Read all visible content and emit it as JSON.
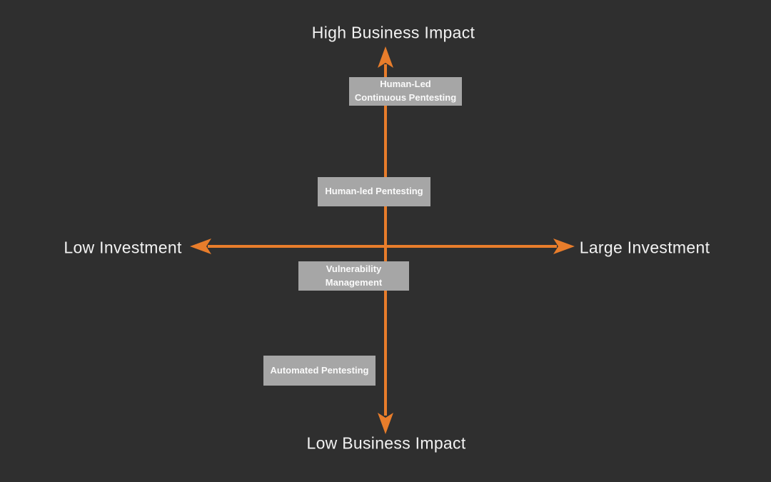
{
  "diagram": {
    "axis_labels": {
      "top": "High Business Impact",
      "bottom": "Low Business Impact",
      "left": "Low Investment",
      "right": "Large Investment"
    },
    "boxes": [
      {
        "label": "Human-Led Continuous Pentesting"
      },
      {
        "label": "Human-led Pentesting"
      },
      {
        "label": "Vulnerability Management"
      },
      {
        "label": "Automated Pentesting"
      }
    ],
    "colors": {
      "background": "#2f2f2f",
      "arrow_orange": "#e87d2b",
      "box_gray": "#a6a6a6",
      "label_text": "#f2f2f2",
      "box_text": "#fafafa"
    }
  }
}
